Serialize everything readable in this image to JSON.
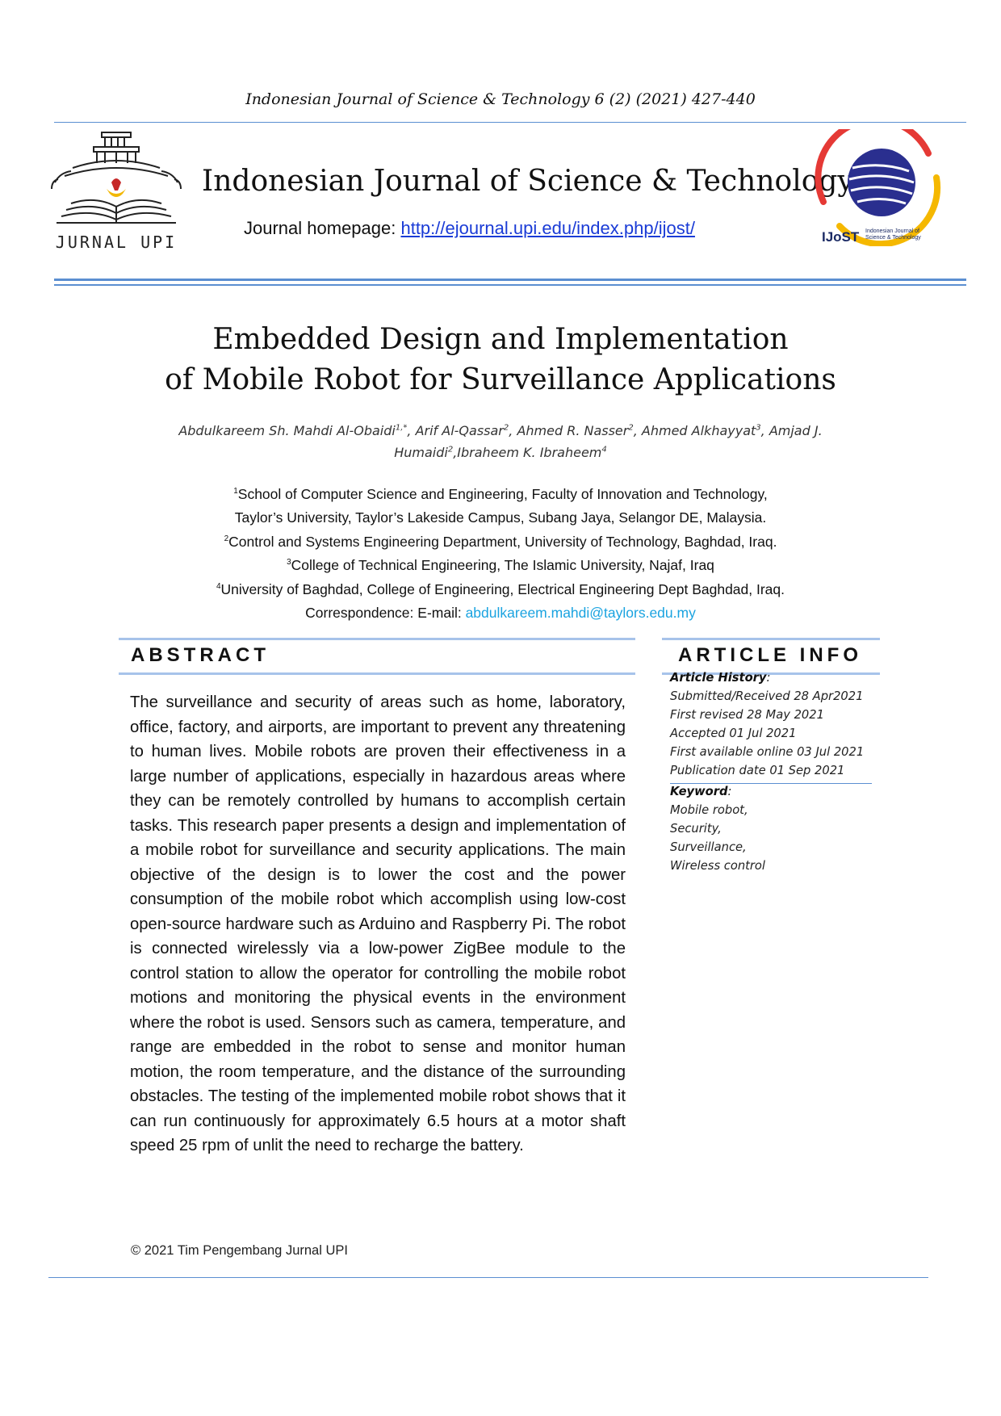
{
  "running_head": "Indonesian Journal of Science & Technology 6 (2) (2021) 427-440",
  "header": {
    "logo_left_text": "JURNAL UPI",
    "journal_title": "Indonesian Journal of Science & Technology",
    "homepage_label": "Journal homepage: ",
    "homepage_url": "http://ejournal.upi.edu/index.php/ijost/",
    "logo_right_text": "IJoST",
    "logo_right_sub_1": "Indonesian Journal of",
    "logo_right_sub_2": "Science & Technology"
  },
  "paper": {
    "title_line_1": "Embedded Design and Implementation",
    "title_line_2": "of Mobile Robot for Surveillance Applications"
  },
  "authors": {
    "line_1": {
      "a1": "Abdulkareem Sh. Mahdi Al-Obaidi",
      "a1_sup": "1,*",
      "a2": ", Arif Al-Qassar",
      "a2_sup": "2",
      "a3": ", Ahmed R. Nasser",
      "a3_sup": "2",
      "a4": ", Ahmed Alkhayyat",
      "a4_sup": "3",
      "a5": ", Amjad J."
    },
    "line_2": {
      "a5b": "Humaidi",
      "a5_sup": "2",
      "a6": ",Ibraheem K. Ibraheem",
      "a6_sup": "4"
    }
  },
  "affiliations": {
    "aff1_sup": "1",
    "aff1_line_1": "School of Computer Science and Engineering, Faculty of Innovation and Technology,",
    "aff1_line_2": "Taylor’s University, Taylor’s Lakeside Campus, Subang Jaya, Selangor DE, Malaysia.",
    "aff2_sup": "2",
    "aff2": "Control and Systems Engineering Department, University of Technology, Baghdad, Iraq.",
    "aff3_sup": "3",
    "aff3": "College of Technical Engineering, The Islamic University, Najaf, Iraq",
    "aff4_sup": "4",
    "aff4": "University of Baghdad, College of Engineering, Electrical Engineering Dept Baghdad, Iraq.",
    "correspondence_label": "Correspondence: E-mail: ",
    "correspondence_email": "abdulkareem.mahdi@taylors.edu.my"
  },
  "abstract": {
    "heading": "ABSTRACT",
    "body": "The surveillance and security of areas such as home, laboratory, office, factory, and airports, are important to prevent any threatening to human lives. Mobile robots are proven their effectiveness in a large number of applications, especially in hazardous areas where they can be remotely controlled by humans to accomplish certain tasks. This research paper presents a design and implementation of a mobile robot for surveillance and security applications. The main objective of the design is to lower the cost and the power consumption of the mobile robot which accomplish using low-cost open-source hardware such as Arduino and Raspberry Pi. The robot is connected wirelessly via a low-power ZigBee module to the control station to allow the operator for controlling the mobile robot motions and monitoring the physical events in the environment where the robot is used.  Sensors such as camera, temperature, and range are embedded in the robot to sense and monitor human motion, the room temperature, and the distance of the surrounding obstacles. The testing of the implemented mobile robot shows that it can run continuously for approximately 6.5 hours at a motor shaft speed 25 rpm of unlit the need to recharge the battery."
  },
  "article_info": {
    "heading": "ARTICLE INFO",
    "history_label": "Article History",
    "history_colon": ":",
    "history": [
      "Submitted/Received 28 Apr2021",
      "First revised 28 May 2021",
      "Accepted 01 Jul 2021",
      "First available online 03 Jul 2021",
      "Publication date 01 Sep 2021"
    ],
    "keyword_label": "Keyword",
    "keyword_colon": ":",
    "keywords": [
      "Mobile robot,",
      "Security,",
      "Surveillance,",
      "Wireless control"
    ]
  },
  "footer": {
    "copyright": "© 2021 Tim Pengembang Jurnal UPI"
  },
  "colors": {
    "rule_blue": "#5b8fd1",
    "link_blue": "#1a3bd6",
    "email_cyan": "#1aa3e0"
  }
}
